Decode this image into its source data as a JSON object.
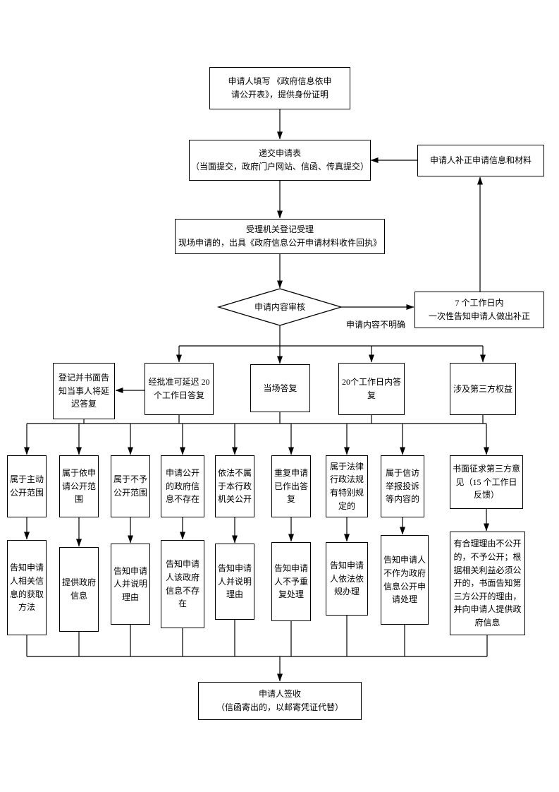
{
  "flow": {
    "fill_form": "申请人填写 《政府信息依申\n请公开表》，提供身份证明",
    "submit": "递交申请表\n（当面提交，政府门户网站、信函、传真提交）",
    "correction": "申请人补正申请信息和材料",
    "accept": "受理机关登记受理\n现场申请的，出具《政府信息公开申请材料收件回执》",
    "review": "申请内容审核",
    "unclear": "申请内容不明确",
    "seven_days": "7 个工作日内\n一次性告知申请人做出补正",
    "delay_register": "登记并书面告知当事人将延迟答复",
    "delay_approved": "经批准可延迟 20 个工作日答复",
    "on_spot": "当场答复",
    "within_20": "20个工作日内答复",
    "third_party": "涉及第三方权益",
    "cases": [
      "属于主动公开范围",
      "属于依申请公开范围",
      "属于不予公开范围",
      "申请公开的政府信息不存在",
      "依法不属于本行政机关公开",
      "重复申请已作出答复",
      "属于法律行政法规有特别规定的",
      "属于信访举报投诉等内容的",
      "书面征求第三方意见（15 个工作日反馈）"
    ],
    "results": [
      "告知申请人相关信息的获取方法",
      "提供政府信息",
      "告知申请人并说明理由",
      "告知申请人该政府信息不存在",
      "告知申请人并说明理由",
      "告知申请人不予重复处理",
      "告知申请人依法依规办理",
      "告知申请人不作为政府信息公开申请处理",
      "有合理理由不公开的，不予公开；根据相关利益必须公开的，书面告知第三方公开的理由，并向申请人提供政府信息"
    ],
    "sign": "申请人签收\n（信函寄出的，以邮寄凭证代替）"
  }
}
